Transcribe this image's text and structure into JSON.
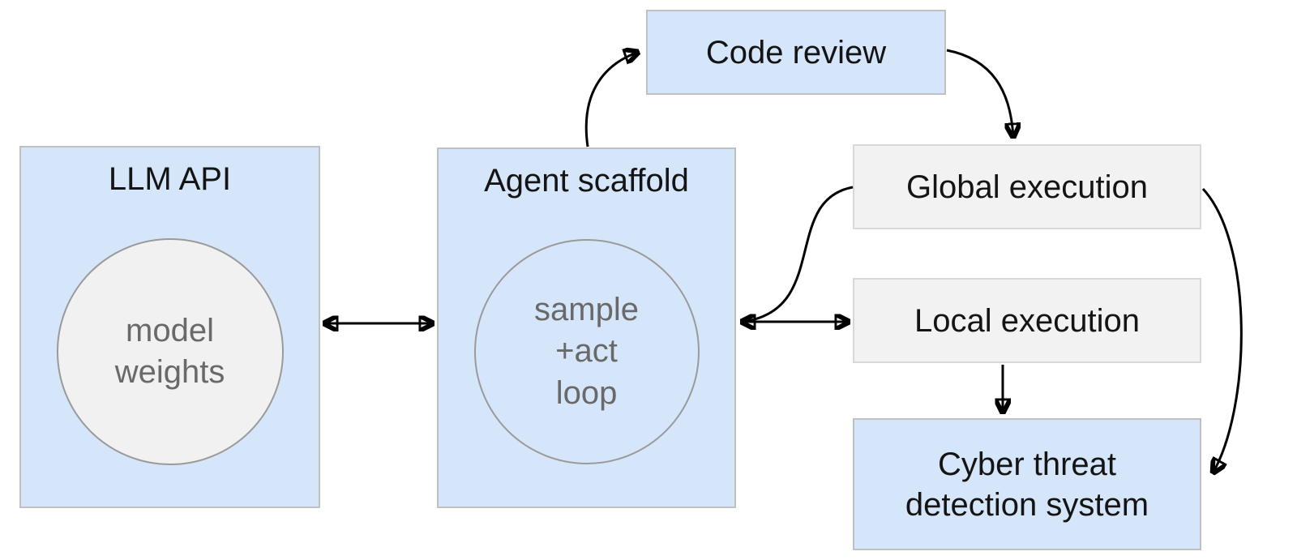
{
  "diagram": {
    "nodes": {
      "llm_api": {
        "title": "LLM API",
        "inner_circle": {
          "lines": [
            "model",
            "weights"
          ]
        }
      },
      "agent_scaffold": {
        "title": "Agent scaffold",
        "inner_circle": {
          "lines": [
            "sample",
            "+act",
            "loop"
          ]
        }
      },
      "code_review": {
        "label": "Code review"
      },
      "global_execution": {
        "label": "Global execution"
      },
      "local_execution": {
        "label": "Local execution"
      },
      "cyber_threat_detection": {
        "lines": [
          "Cyber threat",
          "detection system"
        ]
      }
    },
    "edges": [
      {
        "from": "LLM API",
        "to": "Agent scaffold",
        "direction": "bidirectional"
      },
      {
        "from": "Agent scaffold",
        "to": "Code review",
        "direction": "forward"
      },
      {
        "from": "Code review",
        "to": "Global execution",
        "direction": "forward"
      },
      {
        "from": "Global execution",
        "to": "Agent scaffold",
        "direction": "forward"
      },
      {
        "from": "Agent scaffold",
        "to": "Local execution",
        "direction": "bidirectional"
      },
      {
        "from": "Local execution",
        "to": "Cyber threat detection system",
        "direction": "forward"
      },
      {
        "from": "Global execution",
        "to": "Cyber threat detection system",
        "direction": "forward"
      }
    ],
    "colors": {
      "blue_fill": "#d6e6fa",
      "gray_fill": "#f2f2f2",
      "circle_fill": "#f1f1f2",
      "node_border": "#c0c0c0",
      "circle_border": "#9a9a9a",
      "title_text": "#141414",
      "secondary_text": "#696969",
      "arrow": "#000000",
      "background": "#ffffff"
    }
  }
}
